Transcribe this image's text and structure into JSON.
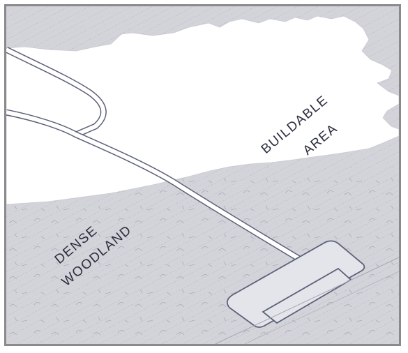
{
  "map": {
    "labels": {
      "buildable_line1": "BUILDABLE",
      "buildable_line2": "AREA",
      "woodland_line1": "DENSE",
      "woodland_line2": "WOODLAND"
    },
    "colors": {
      "woodland_fill": "#d3d4da",
      "hatch": "#b7b9c4",
      "clearing_fill": "#ffffff",
      "road_outline": "#5b6178",
      "frame": "#8a8a8d",
      "label": "#2b2f3d"
    }
  }
}
